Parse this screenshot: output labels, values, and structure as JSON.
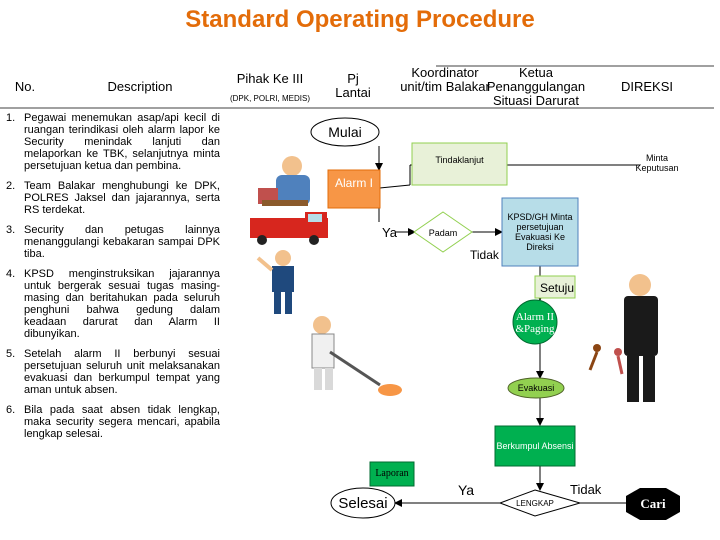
{
  "title": "Standard Operating Procedure",
  "headers": {
    "no": "No.",
    "description": "Description",
    "pihak_ke_iii": "Pihak Ke III",
    "pihak_sub": "(DPK, POLRI, MEDIS)",
    "pj_lantai": "Pj Lantai",
    "koordinator": "Koordinator unit/tim Balakar",
    "ketua": "Ketua Penanggulangan Situasi Darurat",
    "direksi": "DIREKSI"
  },
  "steps": [
    {
      "no": "1.",
      "text": "Pegawai menemukan asap/api kecil di ruangan terindikasi oleh alarm lapor ke Security menindak lanjuti dan melaporkan ke TBK, selanjutnya minta persetujuan ketua dan pembina."
    },
    {
      "no": "2.",
      "text": "Team Balakar menghubungi ke DPK, POLRES Jaksel dan jajarannya, serta RS terdekat."
    },
    {
      "no": "3.",
      "text": "Security dan petugas lainnya menanggulangi kebakaran sampai DPK tiba."
    },
    {
      "no": "4.",
      "text": "KPSD menginstruksikan jajarannya untuk bergerak sesuai tugas masing-masing dan beritahukan pada seluruh penghuni bahwa gedung dalam keadaan darurat dan Alarm II dibunyikan."
    },
    {
      "no": "5.",
      "text": "Setelah alarm II berbunyi sesuai persetujuan seluruh unit melaksanakan evakuasi dan berkumpul tempat yang aman untuk absen."
    },
    {
      "no": "6.",
      "text": "Bila pada saat absen tidak lengkap, maka security segera mencari, apabila lengkap selesai."
    }
  ],
  "flow": {
    "mulai": "Mulai",
    "tindaklanjut": "Tindaklanjut",
    "minta_keputusan": "Minta Keputusan",
    "alarm": "Alarm I",
    "padam": "Padam",
    "ya1": "Ya",
    "tidak1": "Tidak",
    "kpsd": "KPSD/GH Minta persetujuan Evakuasi Ke Direksi",
    "setuju": "Setuju",
    "alarm2": "Alarm II &Paging",
    "evakuasi": "Evakuasi",
    "berkumpul": "Berkumpul Absensi",
    "laporan": "Laporan",
    "selesai": "Selesai",
    "ya2": "Ya",
    "lengkap": "LENGKAP",
    "tidak2": "Tidak",
    "cari": "Cari"
  },
  "colors": {
    "title": "#e36c09",
    "orange": "#f79646",
    "green": "#00b050",
    "yellow_green": "#92d050",
    "blue": "#4f81bd",
    "teal_box": "#b7dde8",
    "light_green_fill": "#c6efce"
  },
  "icons": [
    "phone-man-icon",
    "fire-truck-icon",
    "police-officer-icon",
    "firefighter-hose-icon",
    "running-people-icon",
    "businessman-phone-icon"
  ]
}
